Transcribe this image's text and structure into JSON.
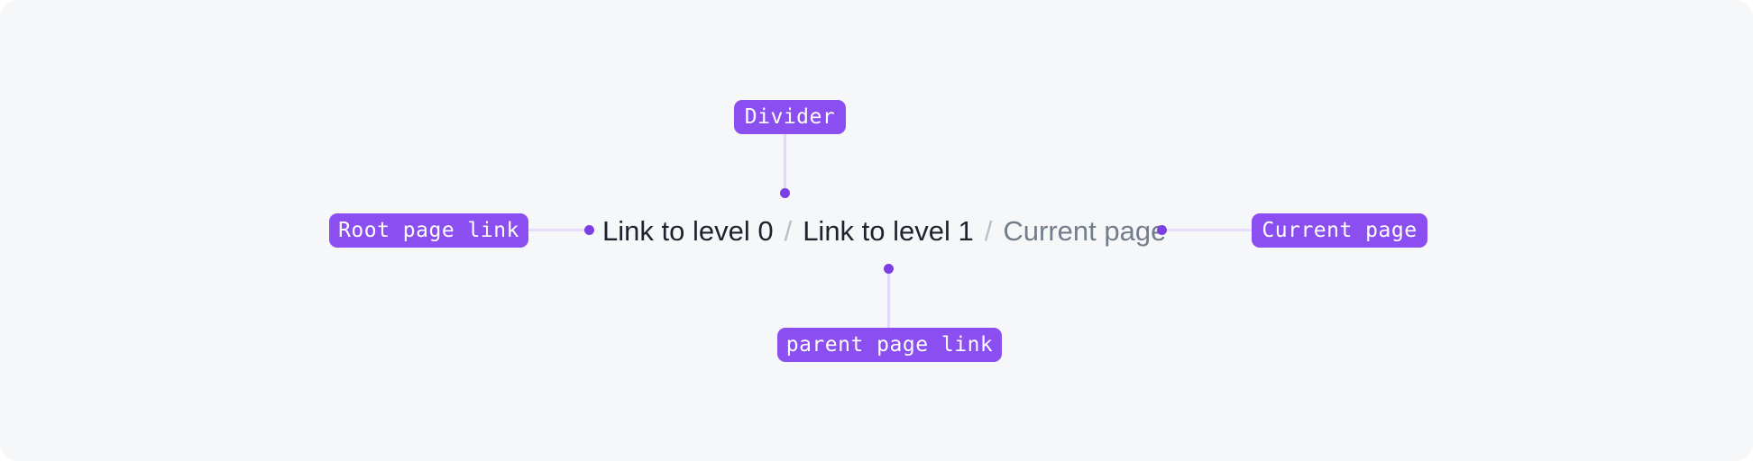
{
  "canvas": {
    "background_color": "#f6f7f9",
    "accent_color": "#8b4ef0",
    "connector_color": "#e3d7fb",
    "dot_color": "#7c3fe4"
  },
  "annotations": {
    "divider": {
      "label": "Divider"
    },
    "root_page_link": {
      "label": "Root page link"
    },
    "current_page": {
      "label": "Current page"
    },
    "parent_page_link": {
      "label": "parent page link"
    }
  },
  "breadcrumb": {
    "separator": "/",
    "items": [
      {
        "label": "Link to level 0",
        "type": "link",
        "color": "#1d2430"
      },
      {
        "label": "Link to level 1",
        "type": "link",
        "color": "#1d2430"
      },
      {
        "label": "Current page",
        "type": "current",
        "color": "#737d8c"
      }
    ]
  }
}
